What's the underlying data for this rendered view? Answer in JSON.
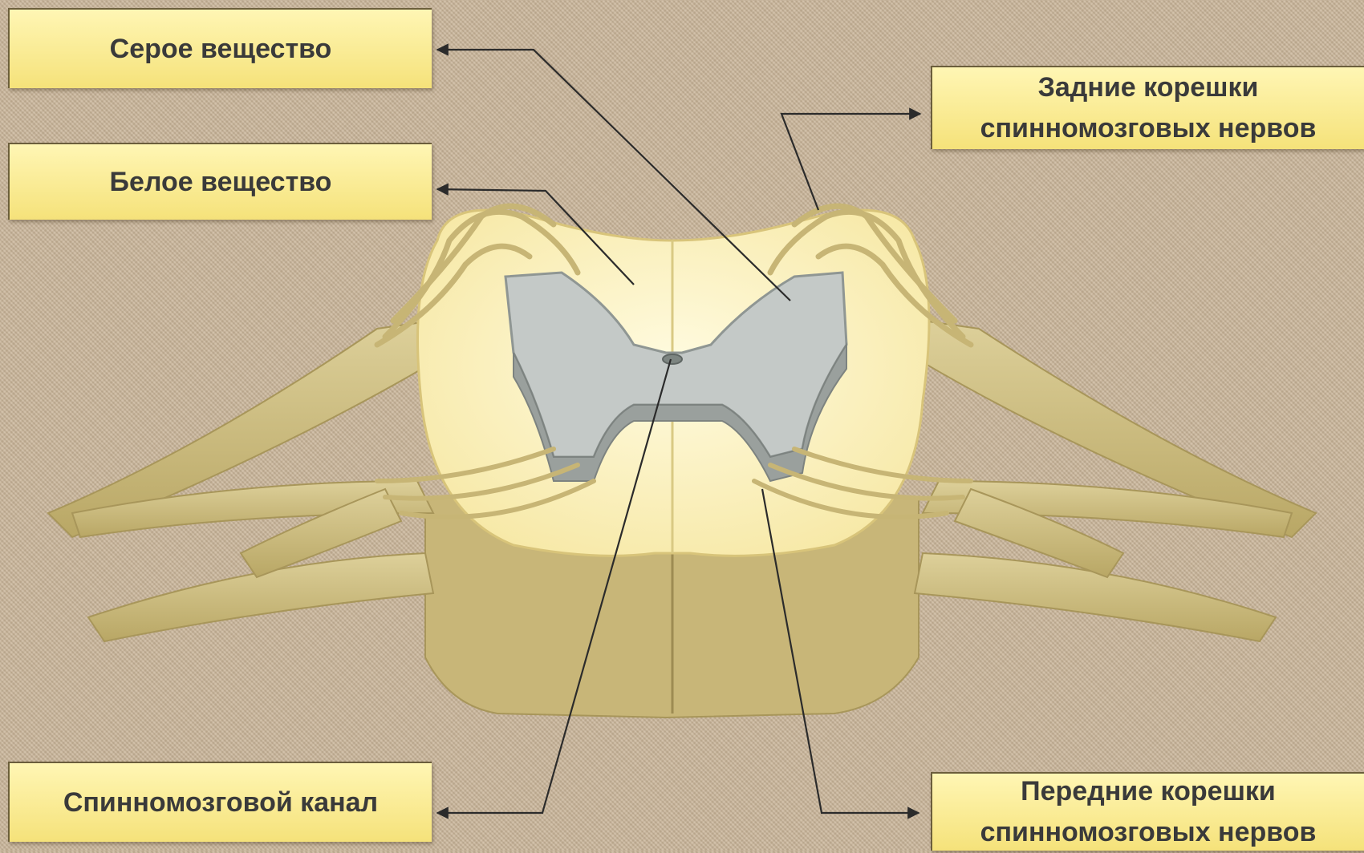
{
  "labels": {
    "gray_matter": "Серое вещество",
    "white_matter": "Белое вещество",
    "central_canal": "Спинномозговой канал",
    "dorsal_roots": [
      "Задние корешки",
      "спинномозговых нервов"
    ],
    "ventral_roots": [
      "Передние корешки",
      "спинномозговых нервов"
    ]
  },
  "colors": {
    "background": "#cbb79c",
    "label_fill": "#f5e27a",
    "white_matter": "#fbf3c4",
    "gray_matter": "#bfc4c2",
    "nerve": "#cdbd7e",
    "leader_line": "#2b2b2b"
  }
}
